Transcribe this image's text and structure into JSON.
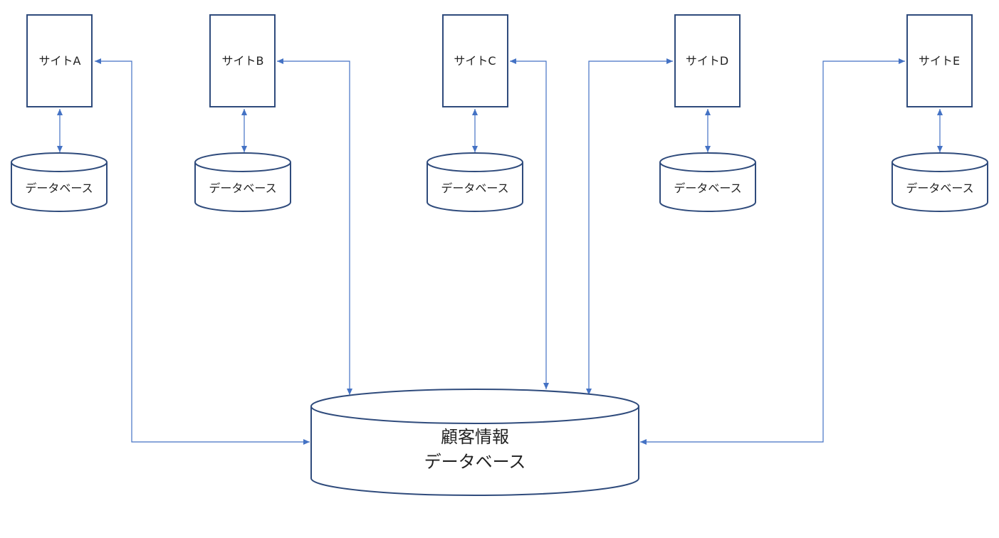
{
  "diagram": {
    "sites": [
      {
        "label": "サイトA",
        "db_label": "データベース"
      },
      {
        "label": "サイトB",
        "db_label": "データベース"
      },
      {
        "label": "サイトC",
        "db_label": "データベース"
      },
      {
        "label": "サイトD",
        "db_label": "データベース"
      },
      {
        "label": "サイトE",
        "db_label": "データベース"
      }
    ],
    "central_db": {
      "line1": "顧客情報",
      "line2": "データベース"
    },
    "colors": {
      "shape_stroke": "#2f4b7c",
      "connector": "#4472c4",
      "text": "#222222",
      "background": "#ffffff"
    }
  }
}
